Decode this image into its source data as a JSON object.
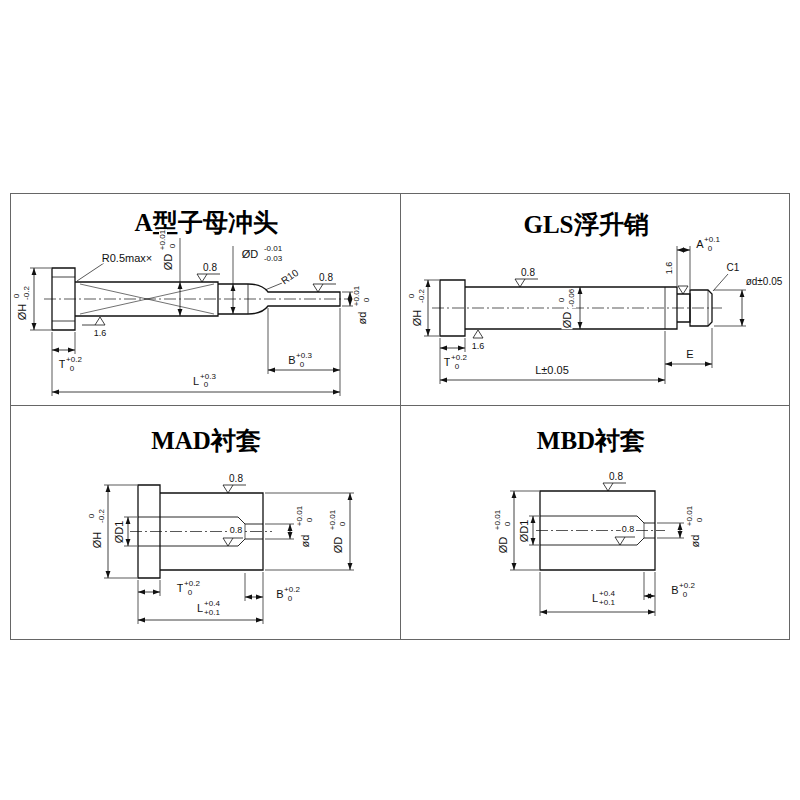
{
  "diagram": {
    "nodes": [
      {
        "text": [
          "A型子母冲头"
        ]
      },
      {
        "text": [
          "GLS浮升销"
        ]
      },
      {
        "text": [
          "MAD衬套"
        ]
      },
      {
        "text": [
          "MBD衬套"
        ]
      }
    ],
    "labels": [
      "R0.5max×",
      "ØD",
      "+0.01",
      "0",
      "0.8",
      "ØD",
      "-0.01",
      "-0.03",
      "R10",
      "0.8",
      "ød",
      "+0.01",
      "0",
      "ØH",
      "0",
      "-0.2",
      "T",
      "+0.2",
      "0",
      "1.6",
      "L",
      "+0.3",
      "0",
      "B",
      "+0.3",
      "0",
      "ØH",
      "0",
      "-0.2",
      "0.8",
      "ØD",
      "0",
      "-0.06",
      "A",
      "+0.1",
      "0",
      "1.6",
      "C1",
      "ød±0.05",
      "T",
      "+0.2",
      "0",
      "1.6",
      "L±0.05",
      "E",
      "ØH",
      "0",
      "-0.2",
      "ØD1",
      "0.8",
      "0.8",
      "ød",
      "+0.01",
      "0",
      "ØD",
      "+0.01",
      "0",
      "T",
      "+0.2",
      "0",
      "B",
      "+0.2",
      "0",
      "L",
      "+0.4",
      "+0.1",
      "ØD",
      "+0.01",
      "0",
      "ØD1",
      "0.8",
      "0.8",
      "ød",
      "+0.01",
      "0",
      "B",
      "+0.2",
      "0",
      "L",
      "+0.4",
      "+0.1"
    ]
  }
}
